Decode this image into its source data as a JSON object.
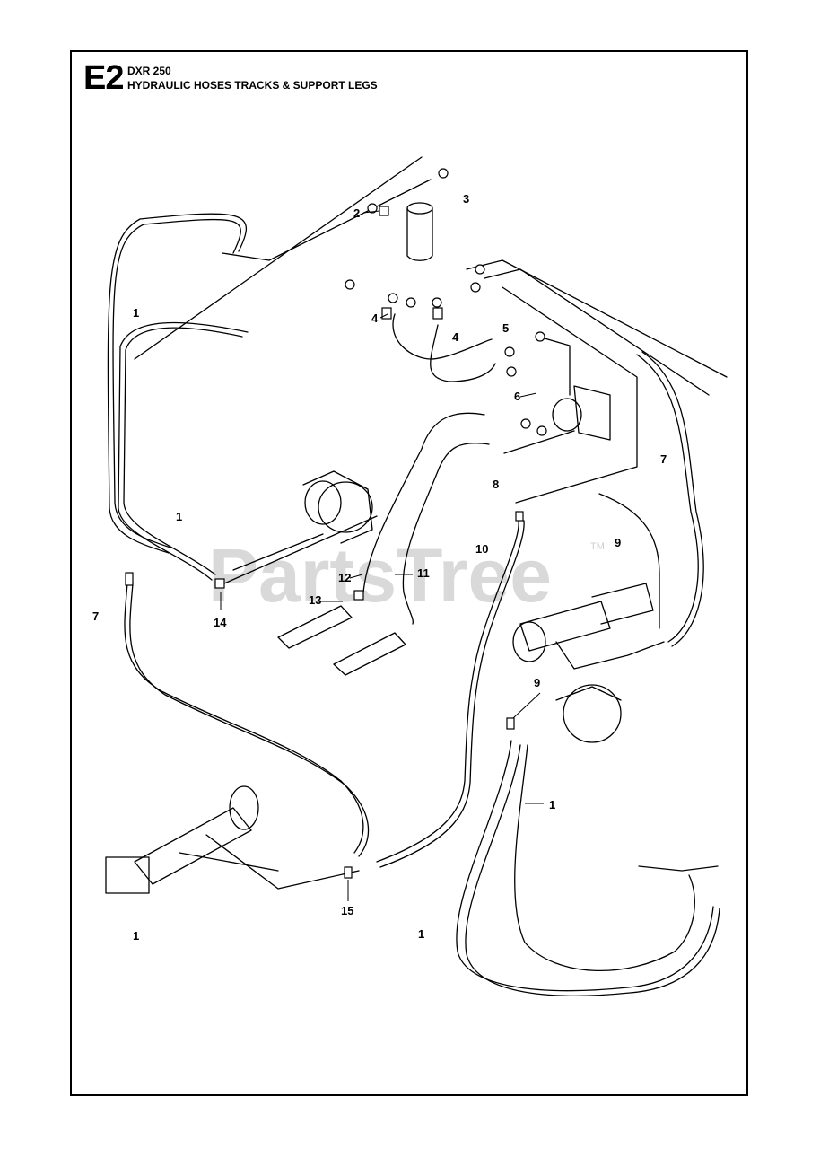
{
  "header": {
    "section_code": "E2",
    "model": "DXR 250",
    "title": "HYDRAULIC HOSES TRACKS & SUPPORT LEGS"
  },
  "watermark": {
    "text": "PartsTree",
    "tm": "TM"
  },
  "callouts": [
    "1",
    "2",
    "3",
    "4",
    "4",
    "5",
    "6",
    "1",
    "7",
    "8",
    "1",
    "10",
    "9",
    "12",
    "11",
    "13",
    "14",
    "7",
    "9",
    "1",
    "15",
    "1"
  ],
  "colors": {
    "ink": "#000000",
    "watermark": "#d9d9d9"
  }
}
